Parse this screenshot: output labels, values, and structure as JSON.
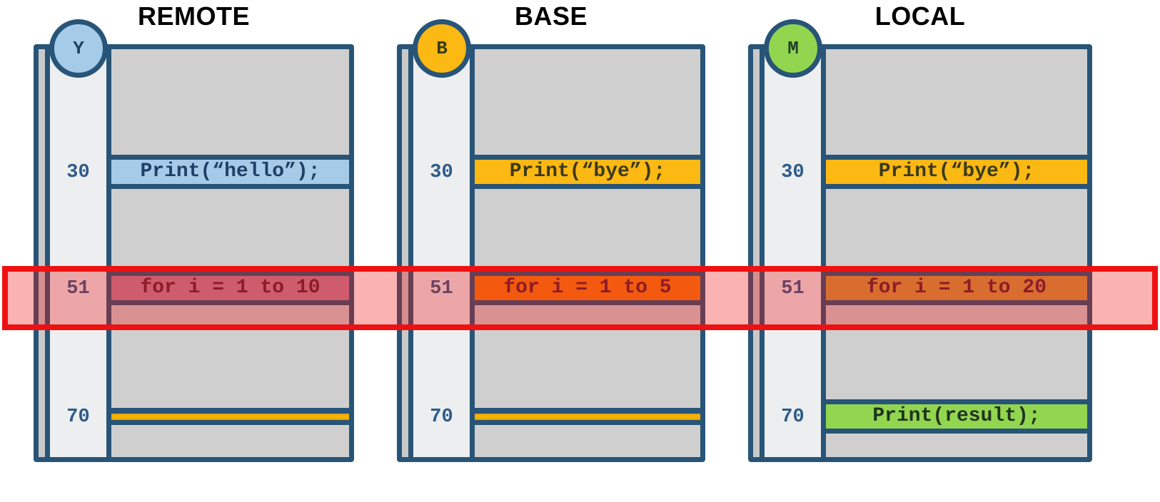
{
  "diagram": {
    "kind": "three-way-merge-conflict",
    "highlight": {
      "name": "conflict-band",
      "line": "51",
      "color": "#ee1111",
      "fill": "rgba(238,17,17,0.32)"
    },
    "colors": {
      "frame": "#285477",
      "code_bg": "#cfcfcf",
      "gutter_bg": "#eceef0",
      "lineno_text": "#2d5b88",
      "remote_accent": "#a6cbe8",
      "base_accent": "#fcb813",
      "local_accent": "#92d64f",
      "conflict_orange": "#f57c10",
      "conflict_tan": "#cf9a3f",
      "conflict_mauve": "#bf8099"
    }
  },
  "panels": [
    {
      "id": "remote",
      "title": "REMOTE",
      "badge": {
        "letter": "Y",
        "fill": "#a6cbe8",
        "text": "#1f3f66"
      },
      "rows": [
        {
          "lineno": "30",
          "code": "Print(“hello”);",
          "fill": "#a6cbe8",
          "text": "#1f3f66",
          "style": "code"
        },
        {
          "lineno": "51",
          "code": "for i = 1 to 10",
          "fill": "#bf8099",
          "text": "#5e2233",
          "style": "code"
        },
        {
          "lineno": "70",
          "code": "",
          "fill": "#f5b301",
          "text": "#5e2233",
          "style": "collapsed"
        }
      ]
    },
    {
      "id": "base",
      "title": "BASE",
      "badge": {
        "letter": "B",
        "fill": "#fcb813",
        "text": "#3a3a1a"
      },
      "rows": [
        {
          "lineno": "30",
          "code": "Print(“bye”);",
          "fill": "#fcb813",
          "text": "#3a3a1a",
          "style": "code"
        },
        {
          "lineno": "51",
          "code": "for i = 1 to 5",
          "fill": "#f57c10",
          "text": "#5e2233",
          "style": "code"
        },
        {
          "lineno": "70",
          "code": "",
          "fill": "#f5b301",
          "text": "#5e2233",
          "style": "collapsed"
        }
      ]
    },
    {
      "id": "local",
      "title": "LOCAL",
      "badge": {
        "letter": "M",
        "fill": "#92d64f",
        "text": "#1f3f2a"
      },
      "rows": [
        {
          "lineno": "30",
          "code": "Print(“bye”);",
          "fill": "#fcb813",
          "text": "#3a3a1a",
          "style": "code"
        },
        {
          "lineno": "51",
          "code": "for i = 1 to 20",
          "fill": "#cf9a3f",
          "text": "#5e2233",
          "style": "code"
        },
        {
          "lineno": "70",
          "code": "Print(result);",
          "fill": "#92d64f",
          "text": "#1f3320",
          "style": "code"
        }
      ]
    }
  ]
}
